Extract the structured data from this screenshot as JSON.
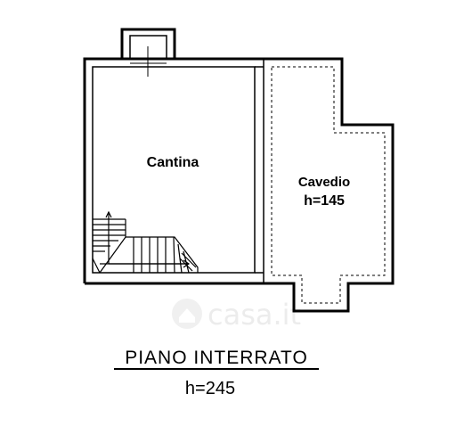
{
  "rooms": {
    "cantina": "Cantina",
    "cavedio": "Cavedio",
    "cavedio_height": "h=145"
  },
  "floor": {
    "name": "PIANO INTERRATO",
    "height": "h=245"
  },
  "watermark": "casa.it",
  "colors": {
    "ink": "#000000",
    "watermark": "#e8e8e8",
    "background": "#ffffff"
  }
}
